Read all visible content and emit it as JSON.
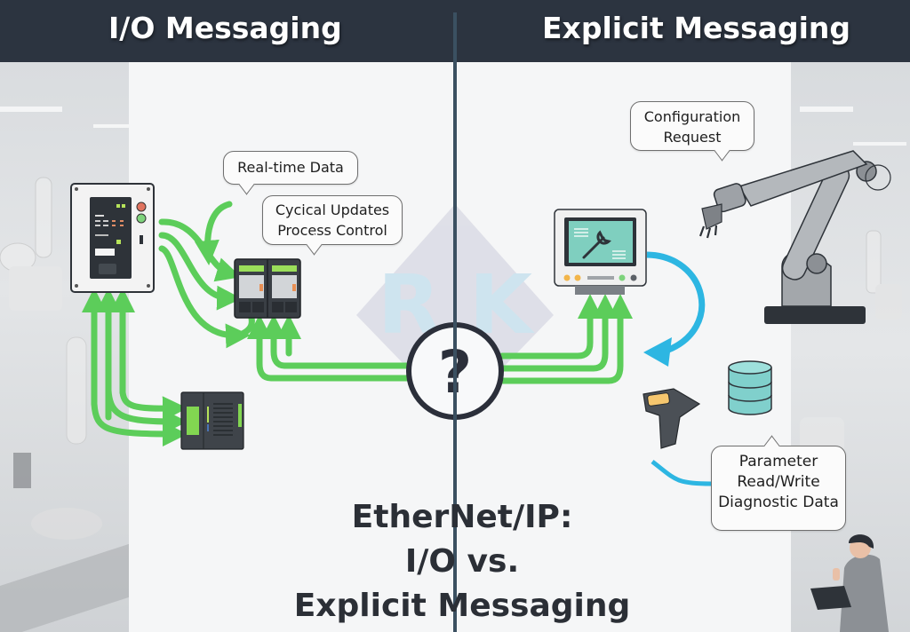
{
  "header": {
    "left_title": "I/O Messaging",
    "right_title": "Explicit Messaging"
  },
  "callouts": {
    "realtime": "Real-time Data",
    "cyclical_line1": "Cycical Updates",
    "cyclical_line2": "Process Control",
    "config_line1": "Configuration",
    "config_line2": "Request",
    "param_line1": "Parameter",
    "param_line2": "Read/Write",
    "param_line3": "Diagnostic Data"
  },
  "center_symbol": "?",
  "watermark": "RK",
  "main_title": {
    "line1": "EtherNet/IP:",
    "line2": "I/O vs.",
    "line3": "Explicit Messaging"
  },
  "colors": {
    "header_bg": "#2c3440",
    "io_arrow_green": "#5ccd5a",
    "explicit_arrow_cyan": "#2db6e2",
    "divider": "#3b5061",
    "device_dark": "#2e3339"
  }
}
